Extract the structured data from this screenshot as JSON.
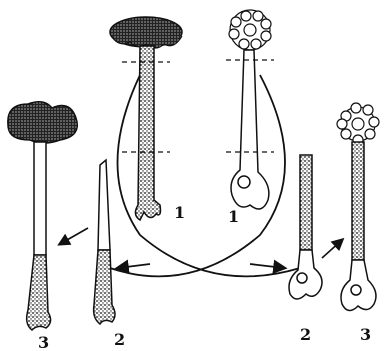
{
  "labels": {
    "left_stage1": "1",
    "right_stage1": "1",
    "left_stage2": "2",
    "right_stage2": "2",
    "left_stage3": "3",
    "right_stage3": "3"
  },
  "colors": {
    "ink": "#111111",
    "background": "#ffffff"
  }
}
